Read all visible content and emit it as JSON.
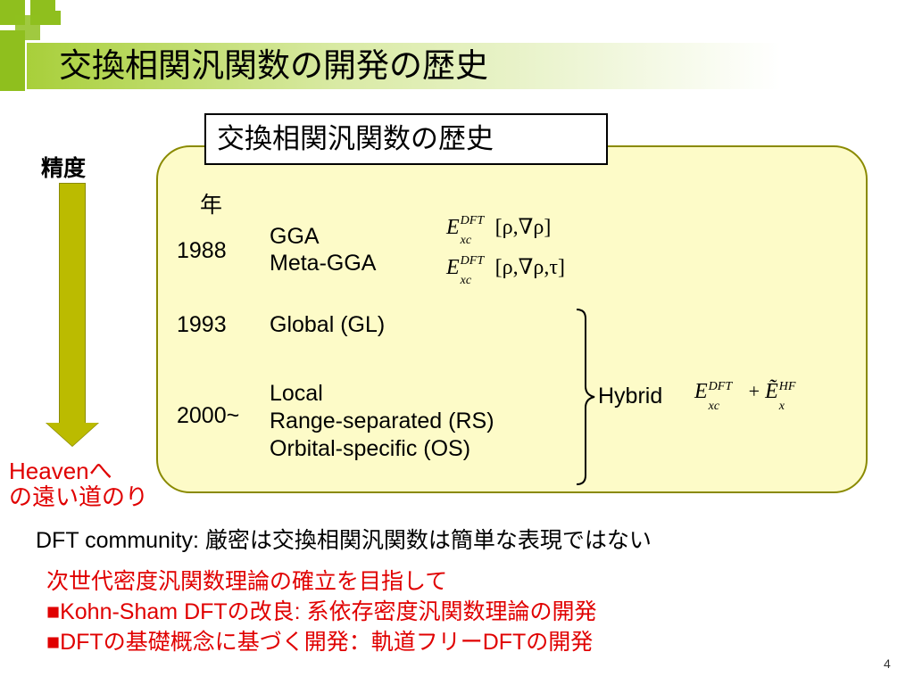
{
  "header": {
    "title": "交換相関汎関数の開発の歴史"
  },
  "caption": "交換相関汎関数の歴史",
  "accuracy_label": "精度",
  "heaven_label_line1": "Heavenへ",
  "heaven_label_line2": "の遠い道のり",
  "table": {
    "year_header": "年",
    "rows": [
      {
        "year": "1988",
        "methods": [
          "GGA",
          "Meta-GGA"
        ]
      },
      {
        "year": "1993",
        "methods": [
          "Global (GL)"
        ]
      },
      {
        "year": "2000~",
        "methods": [
          "Local",
          "Range-separated (RS)",
          "Orbital-specific (OS)"
        ]
      }
    ],
    "hybrid_label": "Hybrid"
  },
  "formulas": {
    "gga": {
      "E": "E",
      "sup": "DFT",
      "sub": "xc",
      "args": "[ρ,∇ρ]"
    },
    "meta_gga": {
      "E": "E",
      "sup": "DFT",
      "sub": "xc",
      "args": "[ρ,∇ρ,τ]"
    },
    "hybrid": {
      "E": "E",
      "sup": "DFT",
      "sub": "xc",
      "plus": "+",
      "E2": "Ẽ",
      "sup2": "HF",
      "sub2": "x"
    }
  },
  "community_line": "DFT community: 厳密は交換相関汎関数は簡単な表現ではない",
  "red_lines": [
    "次世代密度汎関数理論の確立を目指して",
    "■Kohn-Sham DFTの改良: 系依存密度汎関数理論の開発",
    "■DFTの基礎概念に基づく開発：軌道フリーDFTの開発"
  ],
  "page_number": "4",
  "colors": {
    "accent_green": "#8fbf1e",
    "box_fill": "#fdfbc8",
    "box_border": "#8a8a00",
    "arrow": "#bbbb00",
    "red_text": "#e00000"
  }
}
